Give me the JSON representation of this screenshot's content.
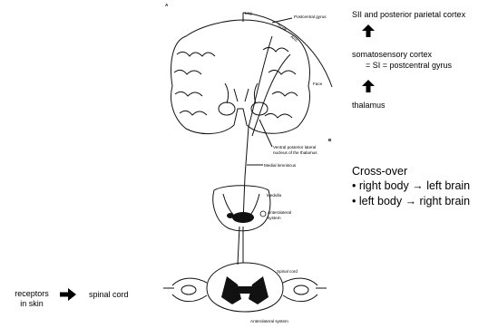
{
  "pathway": {
    "top_label": "SII and posterior parietal cortex",
    "mid_label_1": "somatosensory cortex",
    "mid_label_2": "= SI = postcentral gyrus",
    "bottom_label": "thalamus"
  },
  "crossover": {
    "title": "Cross-over",
    "line1": "• right body → left brain",
    "line2": "• left body → right brain"
  },
  "receptors": {
    "label_line1": "receptors",
    "label_line2": "in skin",
    "target": "spinal cord"
  },
  "figure_labels": {
    "panel_a": "A",
    "panel_b": "B",
    "leg": "Leg",
    "trunk": "Trunk",
    "arm": "Arm",
    "face": "Face",
    "postcentral_gyrus": "Postcentral gyrus",
    "vpl_1": "Ventral posterior lateral",
    "vpl_2": "nucleus of the thalamus",
    "medial_lemniscus": "Medial lemniscus",
    "medulla": "Medulla",
    "anterolateral_1": "Anterolateral",
    "anterolateral_2": "system",
    "spinal_cord": "Spinal cord",
    "anterolateral_system": "Anterolateral system"
  }
}
